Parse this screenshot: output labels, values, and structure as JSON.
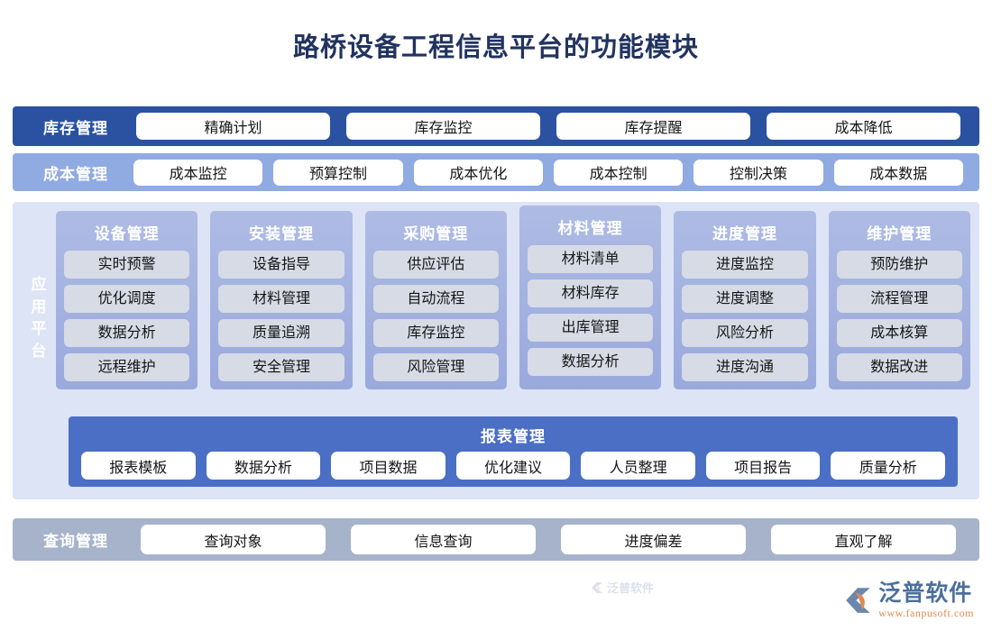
{
  "title": "路桥设备工程信息平台的功能模块",
  "colors": {
    "title": "#21335f",
    "inventory_band": "#2a52a0",
    "cost_band": "#90aae2",
    "platform_bg": "#dce4f6",
    "column_bg": "#9aa9dd",
    "column_item": "#d6dbe5",
    "report_block": "#4a6fc4",
    "query_band": "#a6b3cb",
    "logo_blue": "#4d6f9e",
    "logo_orange": "#e08a52"
  },
  "inventory": {
    "label": "库存管理",
    "items": [
      "精确计划",
      "库存监控",
      "库存提醒",
      "成本降低"
    ]
  },
  "cost": {
    "label": "成本管理",
    "items": [
      "成本监控",
      "预算控制",
      "成本优化",
      "成本控制",
      "控制决策",
      "成本数据"
    ]
  },
  "platform": {
    "label": "应用平台",
    "columns": [
      {
        "title": "设备管理",
        "items": [
          "实时预警",
          "优化调度",
          "数据分析",
          "远程维护"
        ]
      },
      {
        "title": "安装管理",
        "items": [
          "设备指导",
          "材料管理",
          "质量追溯",
          "安全管理"
        ]
      },
      {
        "title": "采购管理",
        "items": [
          "供应评估",
          "自动流程",
          "库存监控",
          "风险管理"
        ]
      },
      {
        "title": "材料管理",
        "items": [
          "材料清单",
          "材料库存",
          "出库管理",
          "数据分析"
        ]
      },
      {
        "title": "进度管理",
        "items": [
          "进度监控",
          "进度调整",
          "风险分析",
          "进度沟通"
        ]
      },
      {
        "title": "维护管理",
        "items": [
          "预防维护",
          "流程管理",
          "成本核算",
          "数据改进"
        ]
      }
    ]
  },
  "report": {
    "title": "报表管理",
    "items": [
      "报表模板",
      "数据分析",
      "项目数据",
      "优化建议",
      "人员整理",
      "项目报告",
      "质量分析"
    ]
  },
  "query": {
    "label": "查询管理",
    "items": [
      "查询对象",
      "信息查询",
      "进度偏差",
      "直观了解"
    ]
  },
  "footer": {
    "logo_name": "泛普软件",
    "logo_url": "www.fanpusoft.com"
  },
  "watermark": {
    "text": "泛普软件"
  }
}
